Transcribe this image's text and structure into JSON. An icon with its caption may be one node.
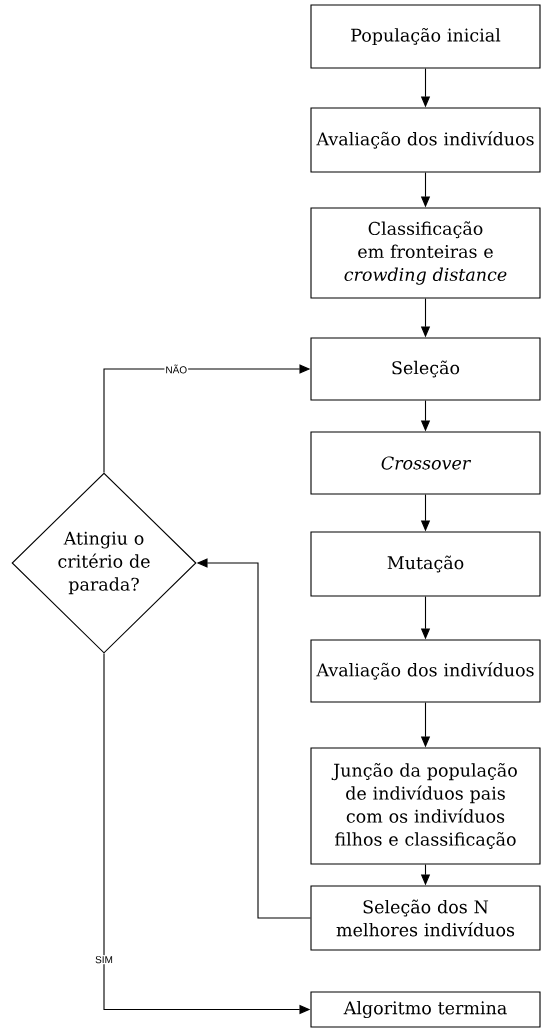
{
  "diagram": {
    "nodes": [
      {
        "text": [
          "População inicial"
        ]
      },
      {
        "text": [
          "Avaliação dos indivíduos"
        ]
      },
      {
        "text": [
          "Classificação em fronteiras e *crowding distance*"
        ]
      },
      {
        "text": [
          "Seleção"
        ]
      },
      {
        "text": [
          "Crossover"
        ]
      },
      {
        "text": [
          "Mutação"
        ]
      },
      {
        "text": [
          "Avaliação dos indivíduos"
        ]
      },
      {
        "text": [
          "Junção da população de indivíduos pais com os indivíduos filhos e classificação"
        ]
      },
      {
        "text": [
          "Seleção dos N melhores indivíduos"
        ]
      },
      {
        "text": [
          "Atingiu o critério de parada?"
        ]
      },
      {
        "text": [
          "Algoritmo termina"
        ]
      }
    ],
    "edges": [
      {
        "from": 0,
        "to": 1,
        "arrow": "to"
      },
      {
        "from": 1,
        "to": 2,
        "arrow": "to"
      },
      {
        "from": 2,
        "to": 3,
        "arrow": "to"
      },
      {
        "from": 3,
        "to": 4,
        "arrow": "to"
      },
      {
        "from": 4,
        "to": 5,
        "arrow": "to"
      },
      {
        "from": 5,
        "to": 6,
        "arrow": "to"
      },
      {
        "from": 6,
        "to": 7,
        "arrow": "to"
      },
      {
        "from": 7,
        "to": 8,
        "arrow": "to"
      },
      {
        "from": 8,
        "to": 9,
        "arrow": "to"
      },
      {
        "from": 9,
        "to": 3,
        "arrow": "to",
        "label": "NÃO"
      },
      {
        "from": 9,
        "to": 10,
        "arrow": "to",
        "label": "SIM"
      }
    ]
  }
}
